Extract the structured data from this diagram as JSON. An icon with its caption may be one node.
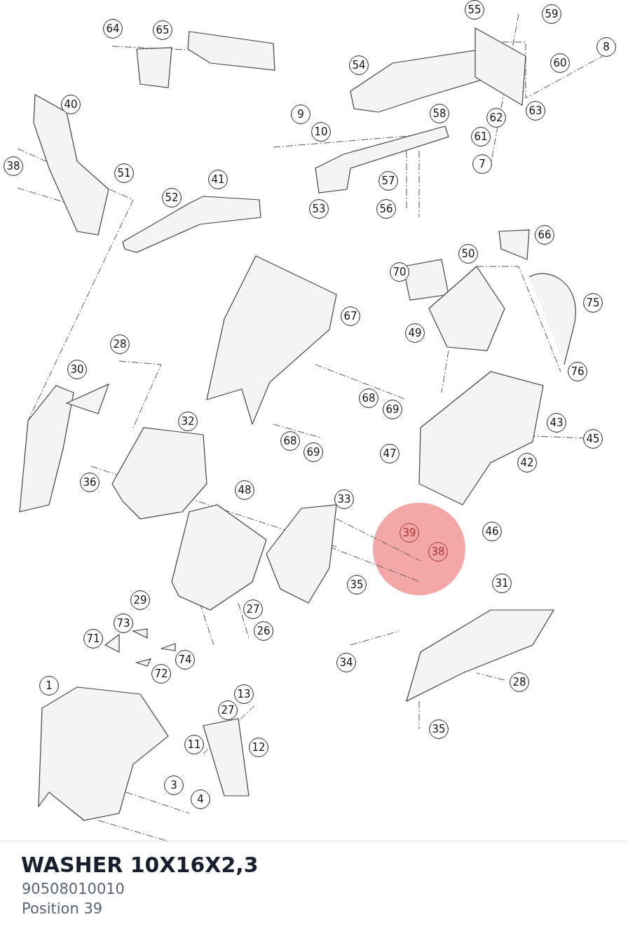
{
  "diagram": {
    "title": "WASHER 10X16X2,3",
    "labels": [
      "55",
      "59",
      "64",
      "65",
      "8",
      "60",
      "54",
      "40",
      "9",
      "58",
      "63",
      "62",
      "10",
      "61",
      "38",
      "7",
      "51",
      "41",
      "52",
      "57",
      "56",
      "53",
      "66",
      "50",
      "70",
      "75",
      "67",
      "49",
      "28",
      "30",
      "76",
      "68",
      "69",
      "32",
      "43",
      "45",
      "68",
      "69",
      "47",
      "42",
      "36",
      "48",
      "33",
      "46",
      "39",
      "38",
      "31",
      "35",
      "29",
      "27",
      "26",
      "73",
      "71",
      "74",
      "34",
      "72",
      "28",
      "1",
      "13",
      "27",
      "35",
      "11",
      "12",
      "3",
      "4",
      "90508010010",
      "Position 39"
    ]
  }
}
